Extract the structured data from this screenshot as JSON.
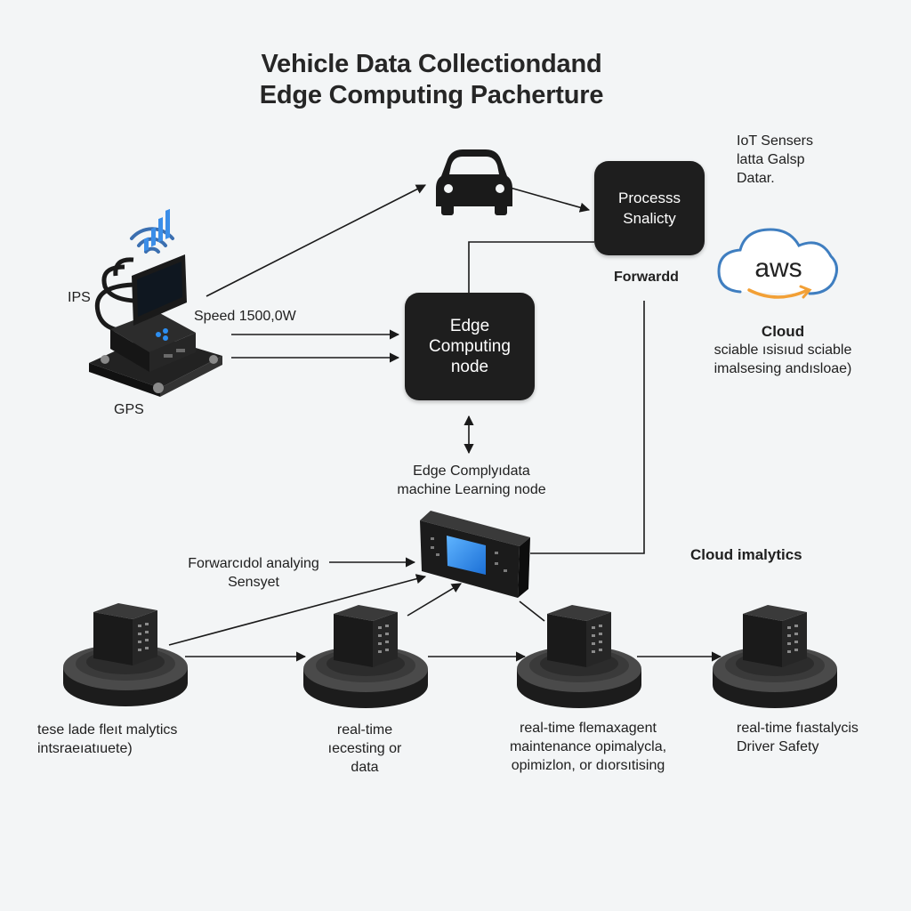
{
  "title": {
    "line1": "Vehicle Data Collectiondand",
    "line2": "Edge Computing Pacherture"
  },
  "labels": {
    "ips": "IPS",
    "gps": "GPS",
    "speed": "Speed 1500,0W",
    "iot_line1": "IoT Sensers",
    "iot_line2": "latta Galsp",
    "iot_line3": "Datar.",
    "forward": "Forwardd",
    "cloud_title": "Cloud",
    "cloud_line1": "sciable ısisıud sciable",
    "cloud_line2": "imalsesing andısloae)",
    "edge_desc_line1": "Edge Complyıdata",
    "edge_desc_line2": "machine Learning node",
    "forward_analyzing_line1": "Forwarcıdol analying",
    "forward_analyzing_line2": "Sensyet",
    "cloud_analytics": "Cloud imalytics",
    "n1_line1": "tese lade fleıt malytics",
    "n1_line2": "intsraeıatıuete)",
    "n2_line1": "real-time",
    "n2_line2": "ıecesting or",
    "n2_line3": "data",
    "n3_line1": "real-time flemaxagent",
    "n3_line2": "maintenance opimalycla,",
    "n3_line3": "opimizlon, or dıorsıtising",
    "n4_line1": "real-time fıastalycis",
    "n4_line2": "Driver Safety"
  },
  "boxes": {
    "process_line1": "Processs",
    "process_line2": "Snalicty",
    "edge_line1": "Edge",
    "edge_line2": "Computing",
    "edge_line3": "node"
  },
  "cloud_badge": "aws",
  "colors": {
    "box": "#1e1e1e",
    "wifi": "#3b6fb0",
    "screen": "#2d8ef0",
    "aws_orange": "#f2a036",
    "aws_cloud": "#3f7ec0"
  }
}
